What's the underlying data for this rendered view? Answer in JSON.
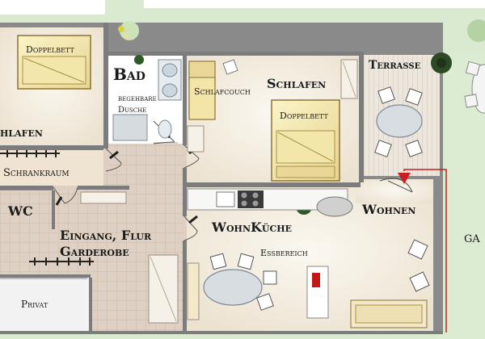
{
  "floorplan": {
    "rooms": {
      "doppelbett_left": "Doppelbett",
      "schlafen_left_partial": "hlafen",
      "schrankraum": "Schrankraum",
      "wc": "WC",
      "eingang": "Eingang, Flur",
      "garderobe": "Garderobe",
      "privat": "Privat",
      "bad": "Bad",
      "dusche_line1": "begehbare",
      "dusche_line2": "Dusche",
      "schlafcouch": "Schlafcouch",
      "schlafen": "Schlafen",
      "doppelbett_right": "Doppelbett",
      "terrasse": "Terrasse",
      "wohnkueche": "WohnKüche",
      "essbereich": "Essbereich",
      "wohnen": "Wohnen",
      "garten_partial": "GA"
    },
    "colors": {
      "garden": "#d9ead0",
      "wall": "#7c7c7c",
      "tile": "#ddd0c2",
      "floor": "#f5efe4",
      "entry_marker": "#c81e1e"
    }
  }
}
